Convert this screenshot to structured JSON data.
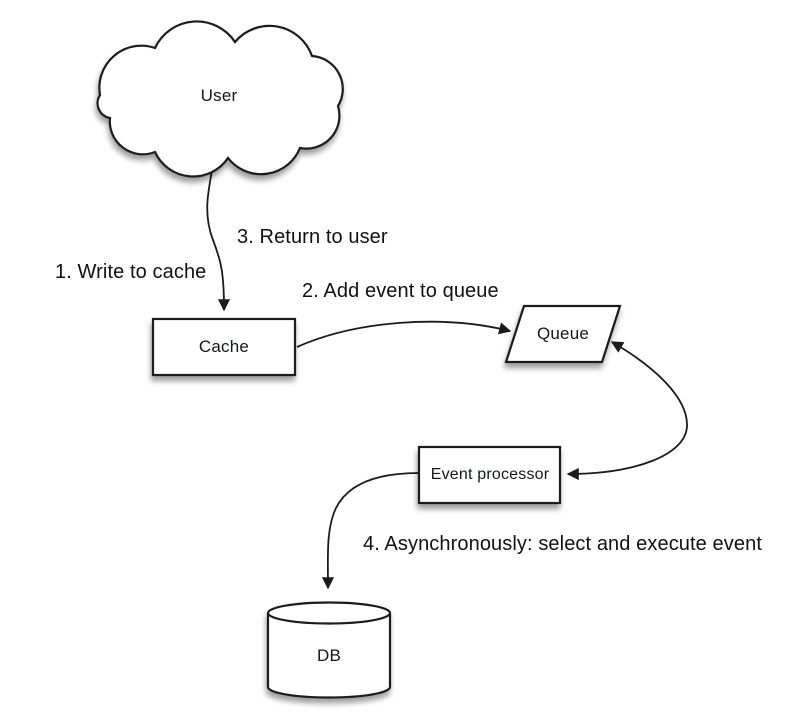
{
  "diagram": {
    "type": "flow-diagram",
    "background_color": "#ffffff",
    "stroke_color": "#1b1b1b",
    "text_color": "#111111",
    "nodes": {
      "user": {
        "label": "User",
        "shape": "cloud"
      },
      "cache": {
        "label": "Cache",
        "shape": "rectangle"
      },
      "queue": {
        "label": "Queue",
        "shape": "parallelogram"
      },
      "event_processor": {
        "label": "Event processor",
        "shape": "rectangle"
      },
      "db": {
        "label": "DB",
        "shape": "cylinder"
      }
    },
    "steps": {
      "step1": "1. Write to cache",
      "step2": "2. Add event to queue",
      "step3": "3. Return to user",
      "step4": "4. Asynchronously: select and execute event"
    },
    "edges": [
      {
        "from": "user",
        "to": "cache",
        "arrow": "single-head"
      },
      {
        "from": "cache",
        "to": "queue",
        "arrow": "single-head"
      },
      {
        "from": "queue",
        "to": "event_processor",
        "arrow": "double-head"
      },
      {
        "from": "event_processor",
        "to": "db",
        "arrow": "single-head"
      }
    ]
  }
}
